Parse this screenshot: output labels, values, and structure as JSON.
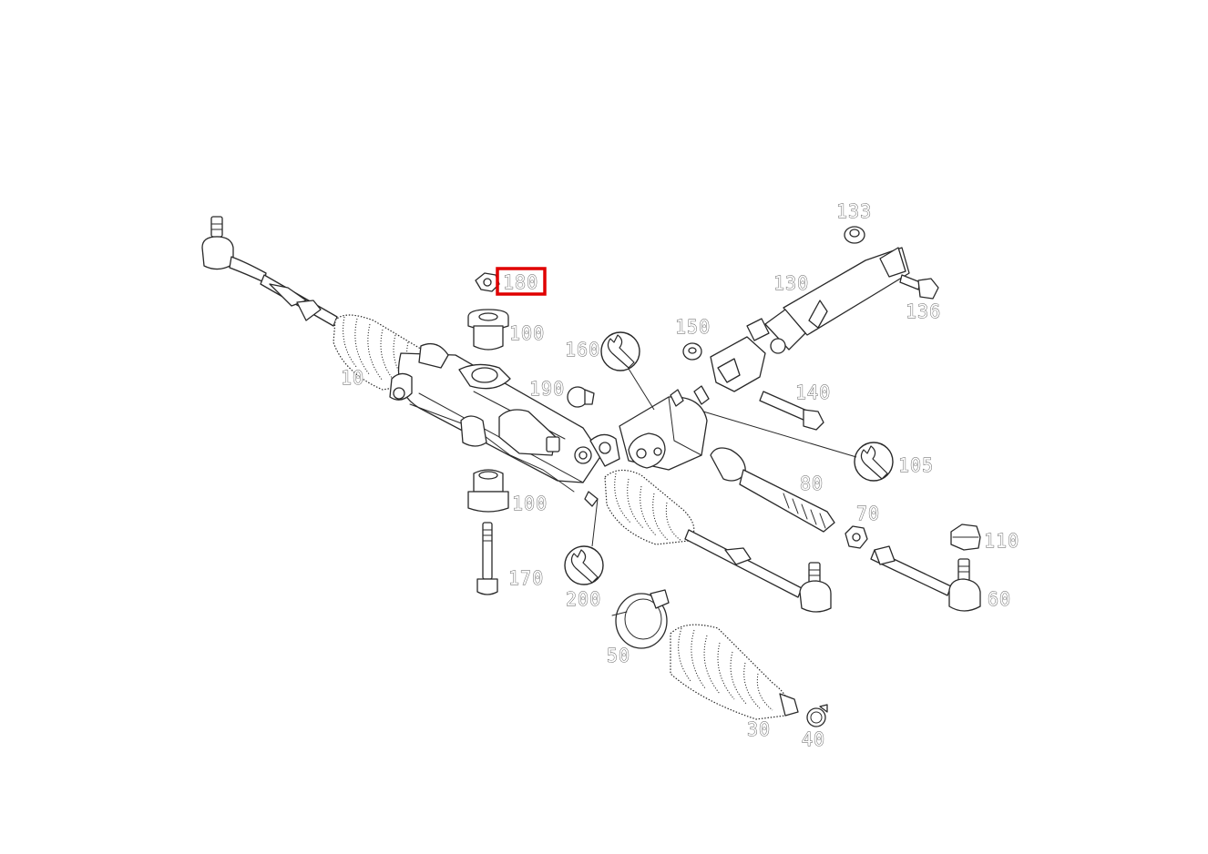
{
  "highlight_color": "#e00000",
  "highlighted_label": "180",
  "labels": {
    "l10": "10",
    "l30": "30",
    "l40": "40",
    "l50": "50",
    "l60": "60",
    "l70": "70",
    "l80": "80",
    "l100a": "100",
    "l100b": "100",
    "l105": "105",
    "l110": "110",
    "l130": "130",
    "l133": "133",
    "l136": "136",
    "l140": "140",
    "l150": "150",
    "l160": "160",
    "l170": "170",
    "l180": "180",
    "l190": "190",
    "l200": "200"
  },
  "icons": {
    "torque": "wrench-icon"
  }
}
